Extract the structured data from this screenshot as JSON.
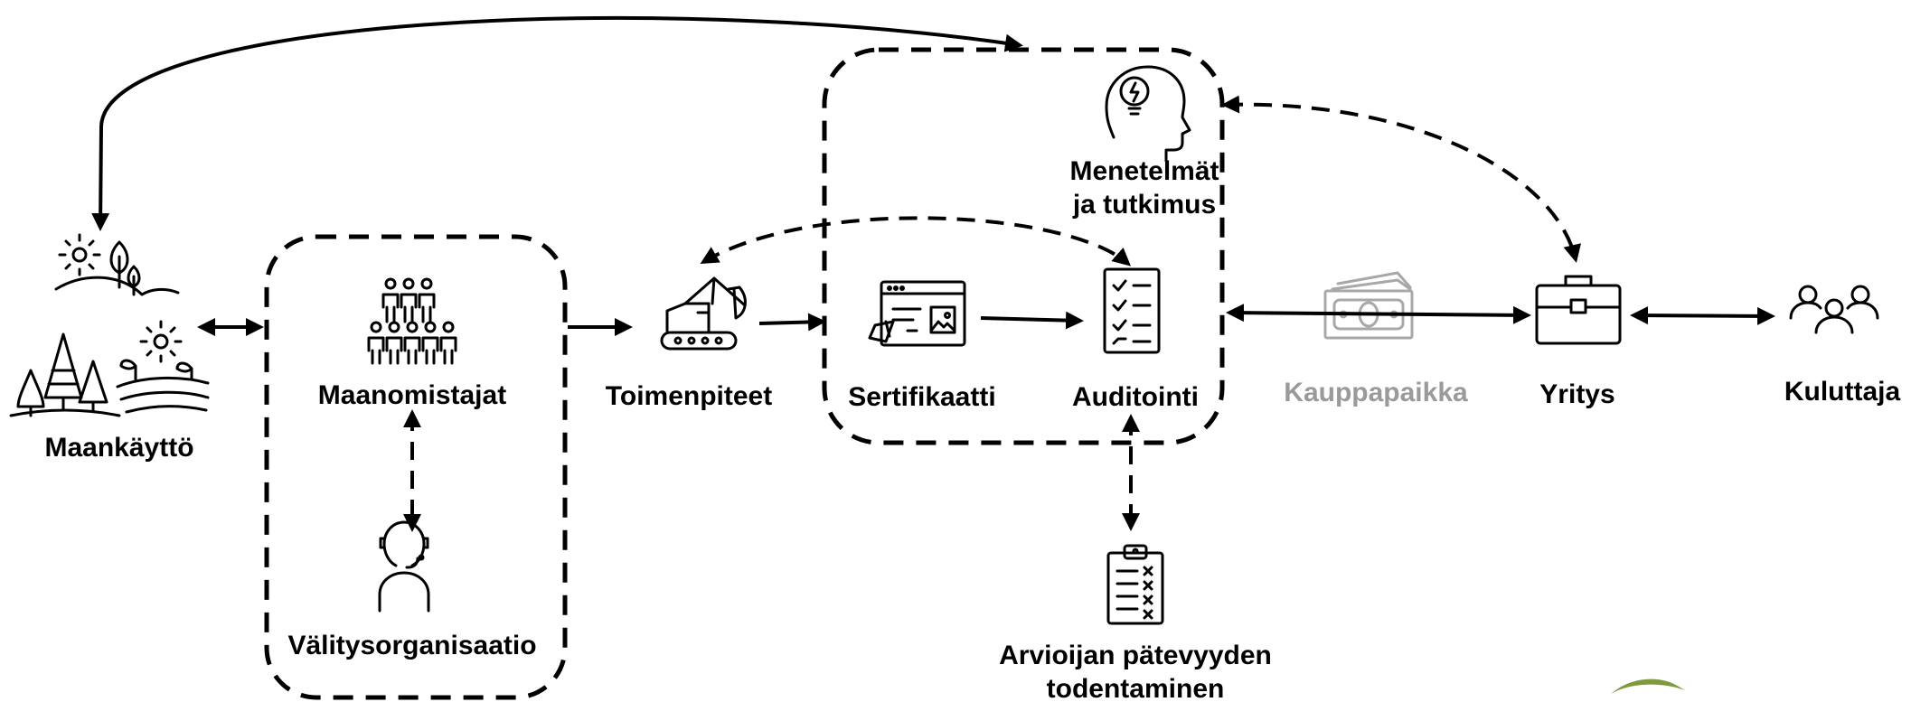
{
  "nodes": {
    "maankaytto": "Maankäyttö",
    "maanomistajat": "Maanomistajat",
    "valitysorganisaatio": "Välitysorganisaatio",
    "toimenpiteet": "Toimenpiteet",
    "sertifikaatti": "Sertifikaatti",
    "auditointi": "Auditointi",
    "menetelmat_line1": "Menetelmät",
    "menetelmat_line2": "ja tutkimus",
    "arvioijan_line1": "Arvioijan pätevyyden",
    "arvioijan_line2": "todentaminen",
    "kauppapaikka": "Kauppapaikka",
    "yritys": "Yritys",
    "kuluttaja": "Kuluttaja"
  },
  "colors": {
    "stroke": "#000000",
    "muted": "#9a9a9a",
    "logo_green": "#7d9a3c"
  },
  "icons": {
    "landscape": "landscape-icon",
    "people_group": "people-group-icon",
    "headset_person": "headset-person-icon",
    "excavator": "excavator-icon",
    "certificate_document": "certificate-document-icon",
    "checklist": "checklist-icon",
    "head_idea": "head-idea-icon",
    "clipboard": "clipboard-icon",
    "money": "money-icon",
    "briefcase": "briefcase-icon",
    "consumers": "consumers-icon"
  }
}
